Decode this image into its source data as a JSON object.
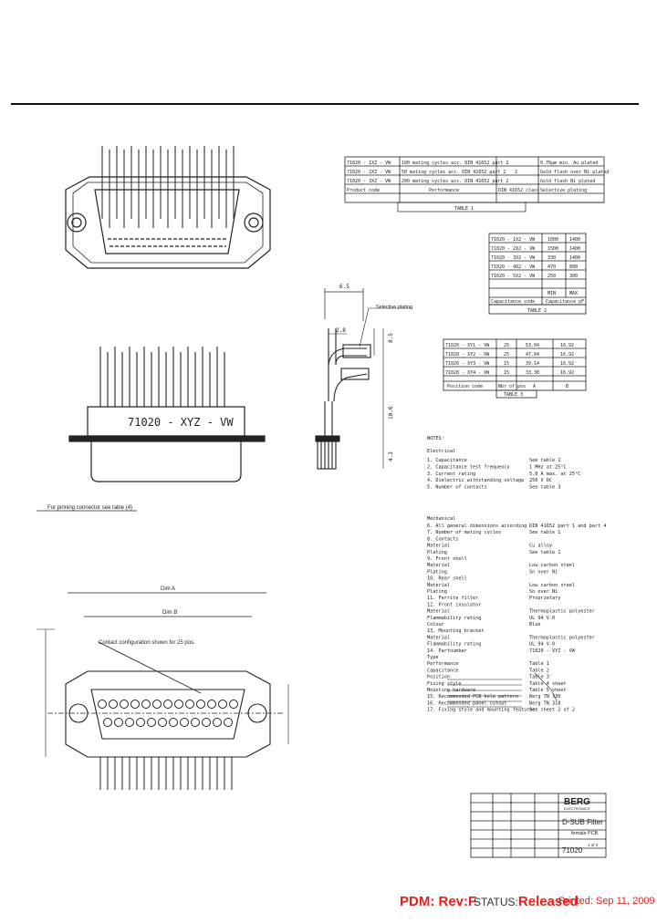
{
  "views": {
    "side_marking": "71020 - XYZ - VW",
    "pin_note": "For pinning connector see table (4)",
    "contact_note": "Contact configuration shown for 25 pos."
  },
  "table1": {
    "label": "TABLE 1",
    "headers": [
      "Product code",
      "Performance",
      "DIN 41652 class",
      "Selective plating"
    ],
    "rows": [
      [
        "71020 - 1XZ - VW",
        "100 mating cycles acc. DIN 41652 part 2",
        "",
        "0.76µm min. Au plated"
      ],
      [
        "71020 - 2XZ - VW",
        "50 mating cycles acc. DIN 41652 part 2",
        "2",
        "Gold flash over Ni plated"
      ],
      [
        "71020 - 3XZ - VW",
        "200 mating cycles acc. DIN 41652 part 2",
        "",
        "Gold flash Ni plated"
      ]
    ]
  },
  "table2": {
    "label": "TABLE 2",
    "headers": [
      "Capacitance code",
      "Capacitance pF"
    ],
    "rows": [
      [
        "71020 - 1X2 - VW",
        "1000",
        "1400"
      ],
      [
        "71020 - 2X2 - VW",
        "1500",
        "1400"
      ],
      [
        "71020 - 3X2 - VW",
        "330",
        "1400"
      ],
      [
        "71020 - 4X2 - VW",
        "470",
        "800"
      ],
      [
        "71020 - 5X2 - VW",
        "250",
        "300"
      ]
    ],
    "units": [
      "MIN",
      "MAX"
    ]
  },
  "table3": {
    "label": "TABLE 3",
    "headers": [
      "Position code",
      "Nbr of pos",
      "A",
      "B"
    ],
    "rows": [
      [
        "71020 - XY1 - VW",
        "25",
        "53.04",
        "16.92"
      ],
      [
        "71020 - XY2 - VW",
        "25",
        "47.04",
        "16.92"
      ],
      [
        "71020 - XY3 - VW",
        "15",
        "39.14",
        "16.92"
      ],
      [
        "71020 - XY4 - VW",
        "15",
        "33.30",
        "16.92"
      ]
    ]
  },
  "dims": {
    "d1": "6.5",
    "d2": "2.8",
    "d3": "8.5",
    "d4": "10.6",
    "d5": "4.3",
    "total_a": "Dim A",
    "dim_b": "Dim B",
    "sel_plating": "Selective plating"
  },
  "notes": {
    "title": "NOTES:",
    "electrical_title": "Electrical",
    "electrical": [
      [
        "1. Capacitance",
        "See table 2"
      ],
      [
        "2. Capacitance test frequency",
        "1 MHz at 25°C"
      ],
      [
        "3. Current rating",
        "5.0 A max. at 25°C"
      ],
      [
        "4. Dielectric withstanding voltage",
        "250 V DC"
      ],
      [
        "5. Number of contacts",
        "See table 3"
      ]
    ],
    "mechanical_title": "Mechanical",
    "mechanical": [
      [
        "6. All general dimensions according",
        "DIN 41652 part 1 and part 4"
      ],
      [
        "7. Number of mating cycles",
        "See table 1"
      ],
      [
        "8. Contacts",
        ""
      ],
      [
        "   Material",
        "Cu alloy"
      ],
      [
        "   Plating",
        "See table 1"
      ],
      [
        "9. Front shell",
        ""
      ],
      [
        "   Material",
        "Low carbon steel"
      ],
      [
        "   Plating",
        "Sn over Ni"
      ],
      [
        "10. Rear shell",
        ""
      ],
      [
        "   Material",
        "Low carbon steel"
      ],
      [
        "   Plating",
        "Sn over Ni"
      ],
      [
        "11. Ferrite filter",
        "Proprietary"
      ],
      [
        "12. Front insulator",
        ""
      ],
      [
        "   Material",
        "Thermoplastic polyester"
      ],
      [
        "   Flammability rating",
        "UL 94 V-0"
      ],
      [
        "   Colour",
        "Blue"
      ],
      [
        "13. Mounting bracket",
        ""
      ],
      [
        "   Material",
        "Thermoplastic polyester"
      ],
      [
        "   Flammability rating",
        "UL 94 V-0"
      ],
      [
        "14. Partnumber",
        "71020 - XYZ - VW"
      ],
      [
        "   Type",
        ""
      ],
      [
        "   Performance",
        "Table 1"
      ],
      [
        "   Capacitance",
        "Table 2"
      ],
      [
        "   Position",
        "Table 3"
      ],
      [
        "   Fixing style",
        "Table 4 sheet"
      ],
      [
        "   Mounting hardware",
        "Table 5 sheet"
      ],
      [
        "15. Recommended PCB hole pattern",
        "Berg TN 330"
      ],
      [
        "16. Recommended panel cutout",
        "Berg TN 318"
      ],
      [
        "17. Fixing style and mounting features",
        "See sheet 2 of 2"
      ]
    ]
  },
  "title_block": {
    "brand": "BERG",
    "brand_sub": "ELECTRONICS",
    "title": "D-SUB Filter",
    "subtitle": "female PCB",
    "drawing_no": "71020",
    "sheet": "1 of 2"
  },
  "footer": {
    "pdm": "PDM: Rev:F",
    "status_label": "STATUS:",
    "status_value": "Released",
    "printed": "Printed: Sep 11, 2009"
  }
}
